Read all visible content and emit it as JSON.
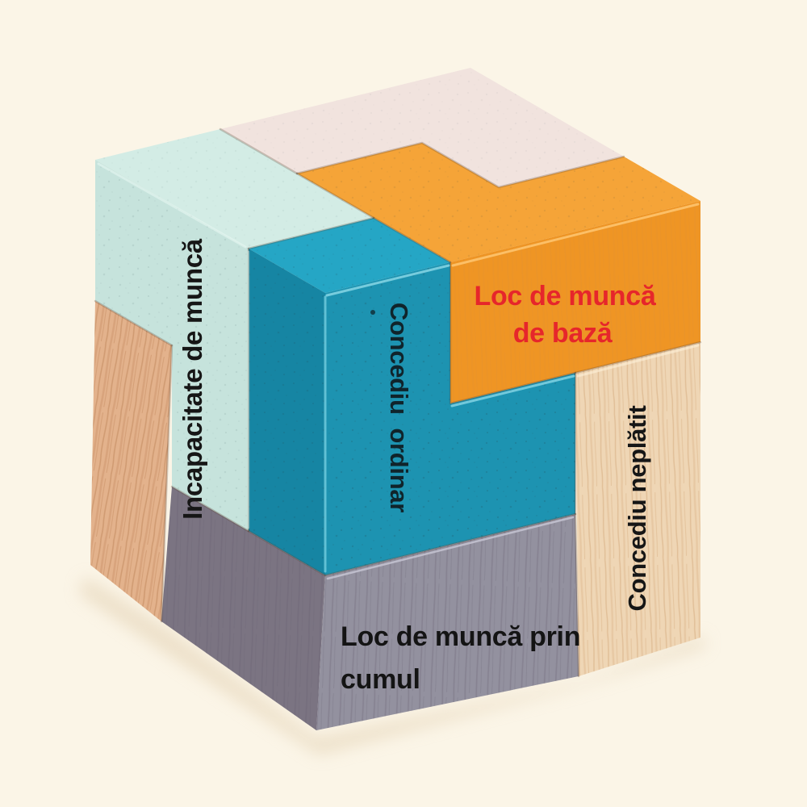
{
  "scene": {
    "description": "Wooden 3D tetris puzzle cube photo with Romanian work-leave terms labeled on each block",
    "background_color": "#fbf5e7"
  },
  "pieces": {
    "mint": {
      "name": "mint L-shaped block",
      "label": "Incapacitate de muncă",
      "top": "#d3ece5",
      "side": "#c6e3dc",
      "text_color": "#161616"
    },
    "pink": {
      "name": "pale pink block",
      "top": "#f1e3de"
    },
    "orange": {
      "name": "orange L-shaped block",
      "label_line1": "Loc de muncă",
      "label_line2": "de bază",
      "top": "#f5a438",
      "front": "#ef9524",
      "text_color": "#e6262b"
    },
    "teal": {
      "name": "teal step block",
      "label": "Concediu  ordinar",
      "top": "#25a6c5",
      "front": "#1d93b1",
      "side": "#1685a3",
      "text_color": "#10242b"
    },
    "wood_left": {
      "name": "natural wood block left",
      "fill": "#e3b28c"
    },
    "wood_right": {
      "name": "natural wood block right",
      "label": "Concediu neplătit",
      "fill": "#efd6b5",
      "text_color": "#161616"
    },
    "gray": {
      "name": "gray block",
      "label_line1": "Loc de muncă prin",
      "label_line2": "cumul",
      "front": "#93919f",
      "side": "#7b7482",
      "text_color": "#141414"
    }
  }
}
